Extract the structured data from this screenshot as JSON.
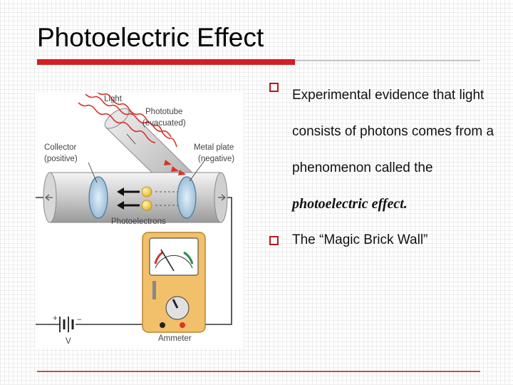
{
  "slide": {
    "title": "Photoelectric Effect",
    "bullets": [
      {
        "text_plain": "Experimental evidence that light consists of photons comes from a phenomenon called the",
        "text_emphasis": "photoelectric effect."
      },
      {
        "text_plain": "The “Magic Brick Wall”"
      }
    ]
  },
  "figure": {
    "labels": {
      "light": "Light",
      "phototube_line1": "Phototube",
      "phototube_line2": "(evacuated)",
      "collector_line1": "Collector",
      "collector_line2": "(positive)",
      "metal_line1": "Metal plate",
      "metal_line2": "(negative)",
      "photoelectrons": "Photoelectrons",
      "ammeter": "Ammeter",
      "battery": "V",
      "plus": "+",
      "minus": "−"
    }
  },
  "colors": {
    "accent_red": "#d21f26",
    "bullet_red": "#b01b22",
    "meter_orange": "#f2c06a"
  }
}
